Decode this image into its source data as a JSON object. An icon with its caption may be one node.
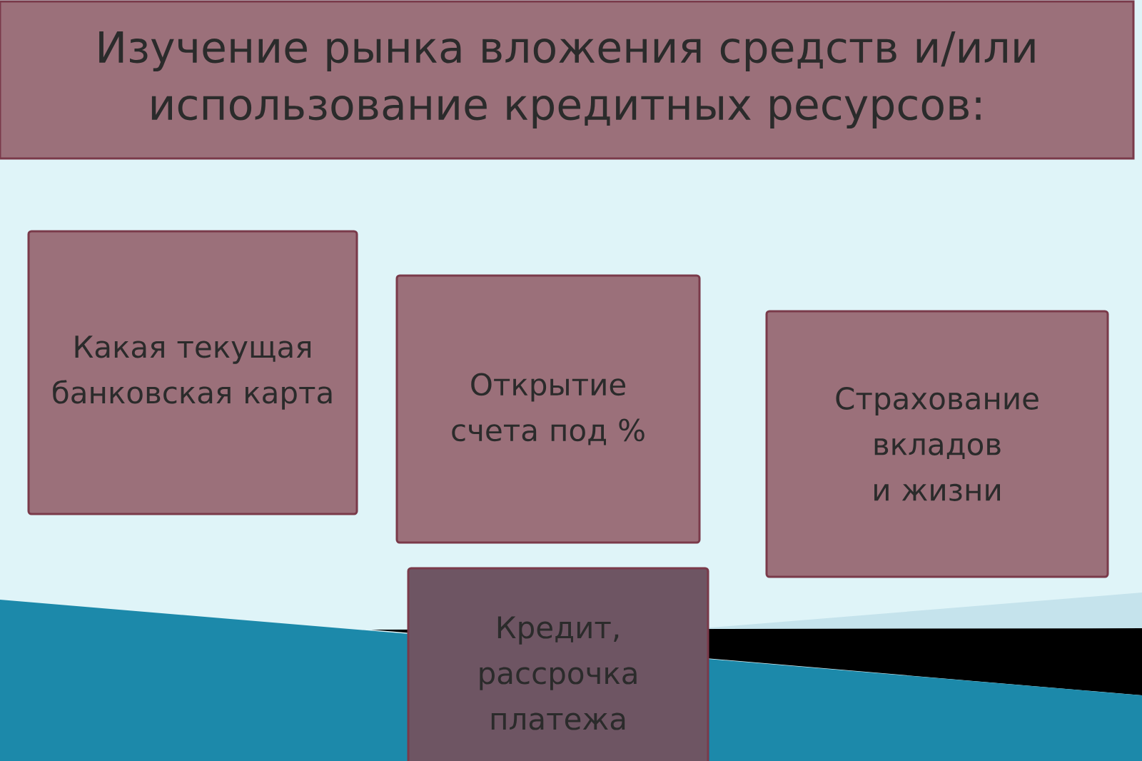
{
  "diagram": {
    "title": "Изучение рынка вложения средств и/или  использование кредитных ресурсов:",
    "nodes": [
      {
        "text": [
          "Какая текущая банковская карта"
        ]
      },
      {
        "text": [
          "Открытие счета под %"
        ]
      },
      {
        "text": [
          "Страхование вкладов и жизни"
        ]
      },
      {
        "text": [
          "Кредит, рассрочка платежа"
        ]
      }
    ]
  }
}
